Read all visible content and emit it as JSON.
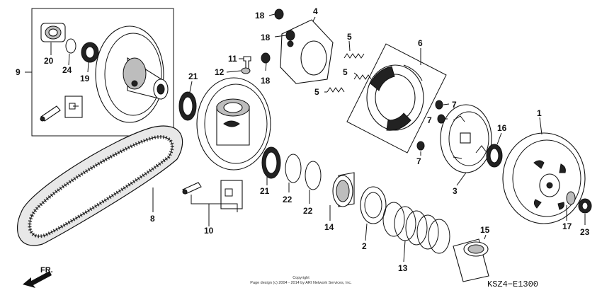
{
  "diagram": {
    "callouts": [
      "1",
      "2",
      "3",
      "4",
      "5",
      "5",
      "5",
      "6",
      "7",
      "7",
      "7",
      "8",
      "9",
      "10",
      "11",
      "12",
      "13",
      "14",
      "15",
      "16",
      "17",
      "18",
      "18",
      "18",
      "19",
      "20",
      "21",
      "21",
      "22",
      "22",
      "23",
      "24"
    ],
    "copyright_line1": "Copyright",
    "copyright_line2": "Page design (c) 2004 - 2014 by ARI Network Services, Inc.",
    "diagram_code": "KSZ4−E1300",
    "direction_label": "FR."
  }
}
